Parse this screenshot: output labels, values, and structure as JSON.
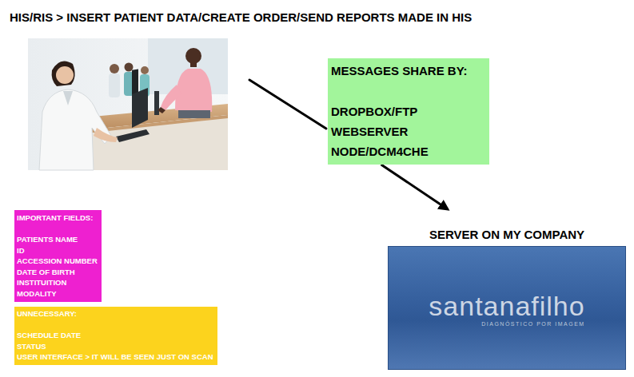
{
  "diagram": {
    "title": "HIS/RIS > INSERT PATIENT DATA/CREATE ORDER/SEND REPORTS MADE IN HIS",
    "nodes": [
      {
        "text": [
          "MESSAGES SHARE BY:",
          "DROPBOX/FTP",
          "WEBSERVER",
          "NODE/DCM4CHE"
        ]
      },
      {
        "text": [
          "IMPORTANT FIELDS:",
          "PATIENTS NAME",
          "ID",
          "ACCESSION NUMBER",
          "DATE OF BIRTH",
          "INSTITUITION",
          "MODALITY"
        ]
      },
      {
        "text": [
          "UNNECESSARY:",
          "SCHEDULE DATE",
          "STATUS",
          "USER INTERFACE > IT WILL BE SEEN JUST ON SCAN"
        ]
      },
      {
        "text": [
          "SERVER ON MY COMPANY",
          "santanafilho",
          "DIAGNÓSTICO POR IMAGEM"
        ]
      }
    ],
    "edges": [
      {
        "from": 0,
        "to": 3,
        "arrow": "to"
      }
    ]
  }
}
